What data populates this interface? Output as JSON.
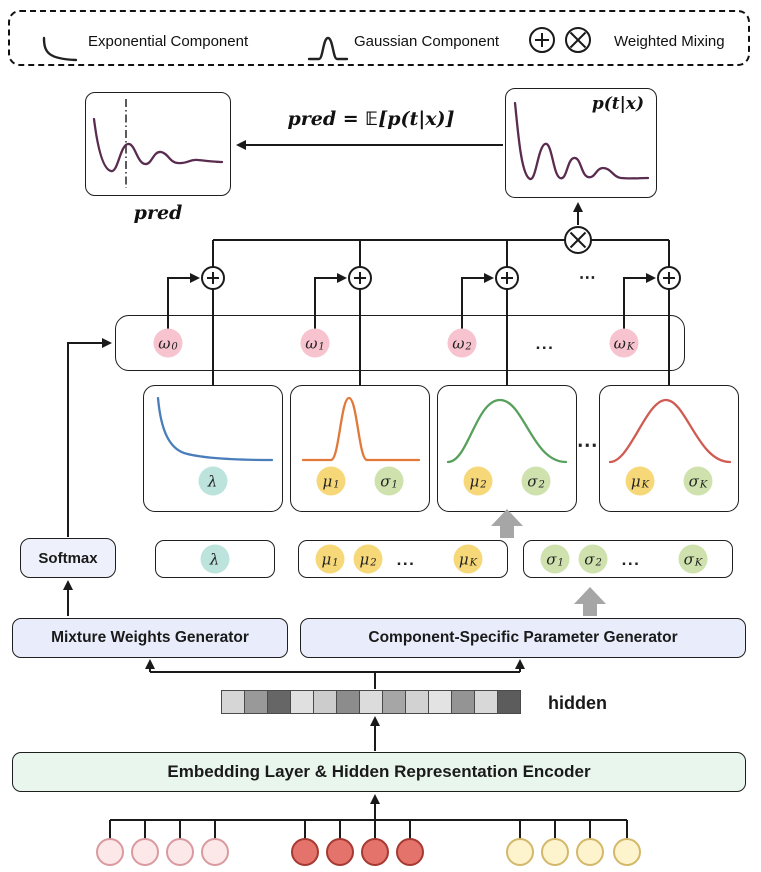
{
  "colors": {
    "line": "#1a1a1a",
    "curve_plum": "#5a2c50",
    "curve_blue": "#4a7ebb",
    "curve_orange": "#e0793a",
    "curve_green": "#57a05c",
    "curve_red": "#cf5b52",
    "circle_pink": "#f7c3cf",
    "circle_teal": "#bce4dd",
    "circle_yellow": "#f6d879",
    "circle_green": "#cfe2ae",
    "gen_fill": "#e9edfb",
    "softmax_fill": "#eef1fb",
    "enc_fill": "#e9f6ee",
    "arrow_gray": "#a6a6a6",
    "input_pink_fill": "#fce8e8",
    "input_pink_stroke": "#d99aa0",
    "input_red_fill": "#e4736b",
    "input_red_stroke": "#a63a32",
    "input_yellow_fill": "#fdf3cd",
    "input_yellow_stroke": "#d4b86a"
  },
  "legend": {
    "exponential_label": "Exponential Component",
    "gaussian_label": "Gaussian Component",
    "mixing_label": "Weighted Mixing"
  },
  "plots": {
    "pred_caption": "pred",
    "formula": "pred = 𝔼[p(t|x)]",
    "ptx_label": "p(t|x)"
  },
  "weights_row": {
    "items": [
      {
        "base": "ω",
        "sub": "0"
      },
      {
        "base": "ω",
        "sub": "1"
      },
      {
        "base": "ω",
        "sub": "2"
      },
      {
        "base": "ω",
        "sub": "K"
      }
    ],
    "ellipsis": "..."
  },
  "mixing_row": {
    "ellipsis": "⋯"
  },
  "component_row": {
    "ellipsis": "⋯",
    "boxes": [
      {
        "kind": "exponential",
        "params": [
          {
            "base": "λ",
            "sub": ""
          }
        ]
      },
      {
        "kind": "gaussian",
        "params": [
          {
            "base": "μ",
            "sub": "1"
          },
          {
            "base": "σ",
            "sub": "1"
          }
        ]
      },
      {
        "kind": "gaussian",
        "params": [
          {
            "base": "μ",
            "sub": "2"
          },
          {
            "base": "σ",
            "sub": "2"
          }
        ]
      },
      {
        "kind": "gaussian",
        "params": [
          {
            "base": "μ",
            "sub": "K"
          },
          {
            "base": "σ",
            "sub": "K"
          }
        ]
      }
    ]
  },
  "parameter_row": {
    "lambda_box": {
      "items": [
        {
          "base": "λ",
          "sub": ""
        }
      ]
    },
    "mu_box": {
      "items": [
        {
          "base": "μ",
          "sub": "1"
        },
        {
          "base": "μ",
          "sub": "2"
        },
        {
          "base": "μ",
          "sub": "K"
        }
      ],
      "ellipsis": "..."
    },
    "sigma_box": {
      "items": [
        {
          "base": "σ",
          "sub": "1"
        },
        {
          "base": "σ",
          "sub": "2"
        },
        {
          "base": "σ",
          "sub": "K"
        }
      ],
      "ellipsis": "..."
    }
  },
  "softmax": {
    "label": "Softmax"
  },
  "generators": {
    "weights": "Mixture Weights Generator",
    "params": "Component-Specific Parameter Generator"
  },
  "hidden": {
    "label": "hidden",
    "cells": [
      "#d6d6d6",
      "#999999",
      "#666666",
      "#e0e0e0",
      "#cccccc",
      "#8c8c8c",
      "#dcdcdc",
      "#a6a6a6",
      "#d2d2d2",
      "#e3e3e3",
      "#949494",
      "#d8d8d8",
      "#5c5c5c"
    ]
  },
  "encoder": {
    "label": "Embedding Layer & Hidden Representation Encoder"
  }
}
